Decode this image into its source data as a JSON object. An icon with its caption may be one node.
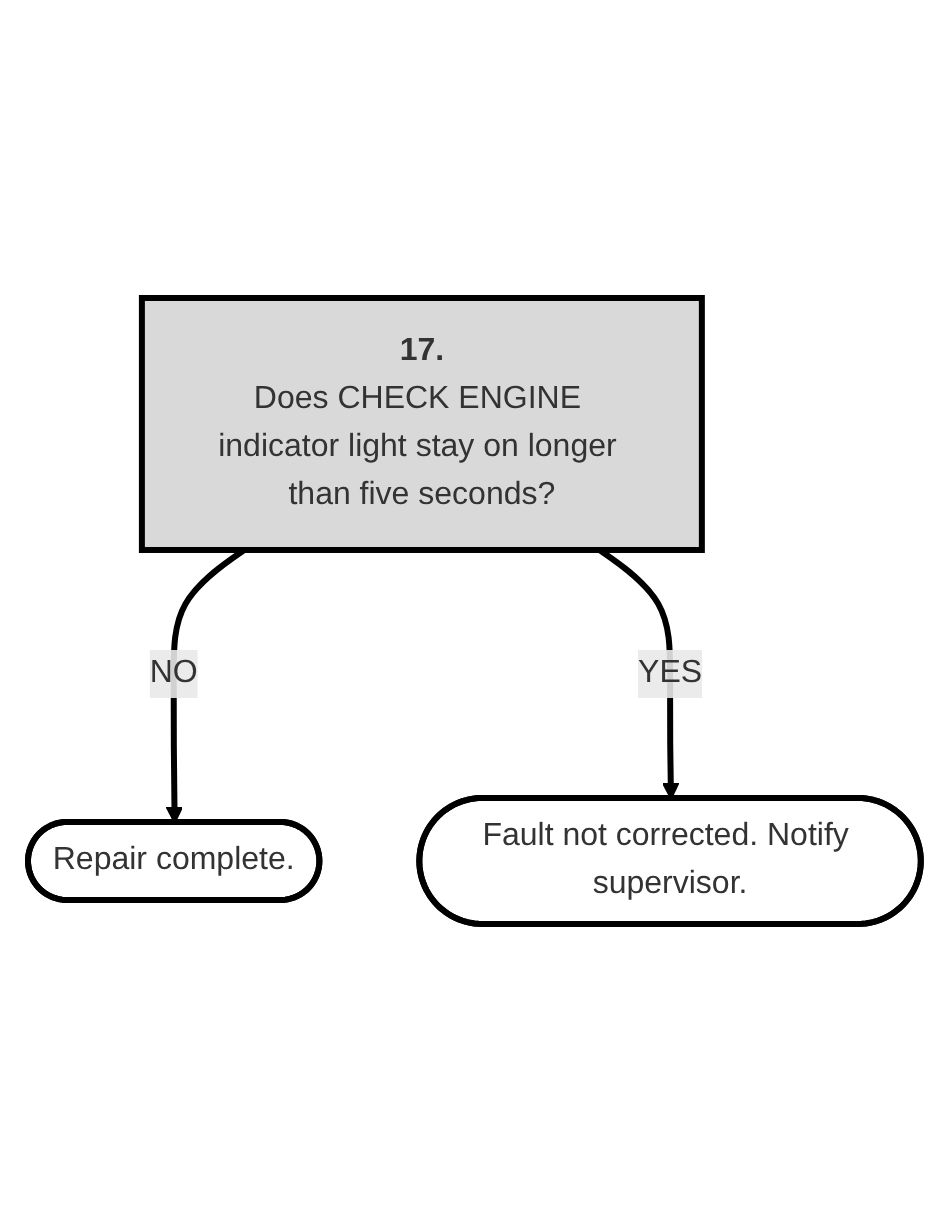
{
  "diagram": {
    "nodes": [
      {
        "text": [
          "17.",
          "Does CHECK ENGINE indicator light stay on longer than five seconds?"
        ]
      },
      {
        "text": [
          "Repair complete."
        ]
      },
      {
        "text": [
          "Fault not corrected. Notify supervisor."
        ]
      }
    ],
    "edges": [
      {
        "from": 0,
        "to": 1,
        "arrow": "to",
        "label": "NO"
      },
      {
        "from": 0,
        "to": 2,
        "arrow": "to",
        "label": "YES"
      }
    ]
  }
}
